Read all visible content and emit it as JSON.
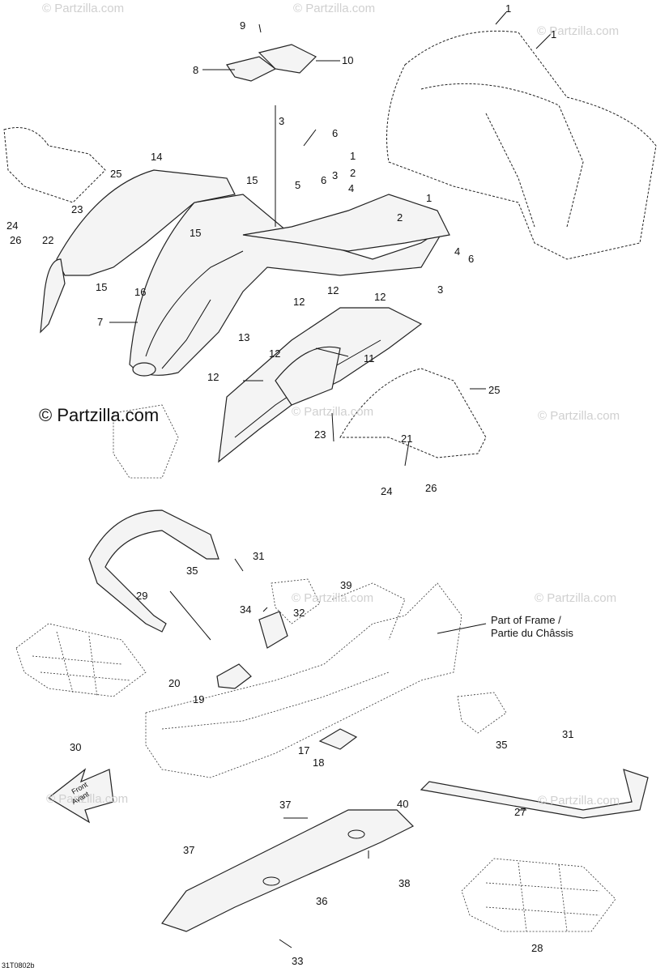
{
  "watermarks": [
    "© Partzilla.com",
    "© Partzilla.com",
    "© Partzilla.com",
    "© Partzilla.com",
    "© Partzilla.com",
    "© Partzilla.com",
    "© Partzilla.com",
    "© Partzilla.com",
    "© Partzilla.com"
  ],
  "watermark_main": "© Partzilla.com",
  "frame_note": [
    "Part of Frame /",
    "Partie du Châssis"
  ],
  "front_arrow": [
    "Front",
    "Avant"
  ],
  "drawing_code": "31T0802b",
  "callouts": [
    "1",
    "1",
    "1",
    "1",
    "2",
    "2",
    "3",
    "3",
    "3",
    "4",
    "4",
    "5",
    "6",
    "6",
    "6",
    "7",
    "8",
    "9",
    "10",
    "11",
    "12",
    "12",
    "12",
    "12",
    "12",
    "13",
    "14",
    "15",
    "15",
    "15",
    "16",
    "20",
    "19",
    "17",
    "18",
    "21",
    "22",
    "23",
    "23",
    "24",
    "24",
    "25",
    "25",
    "26",
    "26",
    "27",
    "28",
    "29",
    "30",
    "31",
    "31",
    "32",
    "33",
    "34",
    "35",
    "35",
    "36",
    "37",
    "37",
    "38",
    "39",
    "40"
  ]
}
